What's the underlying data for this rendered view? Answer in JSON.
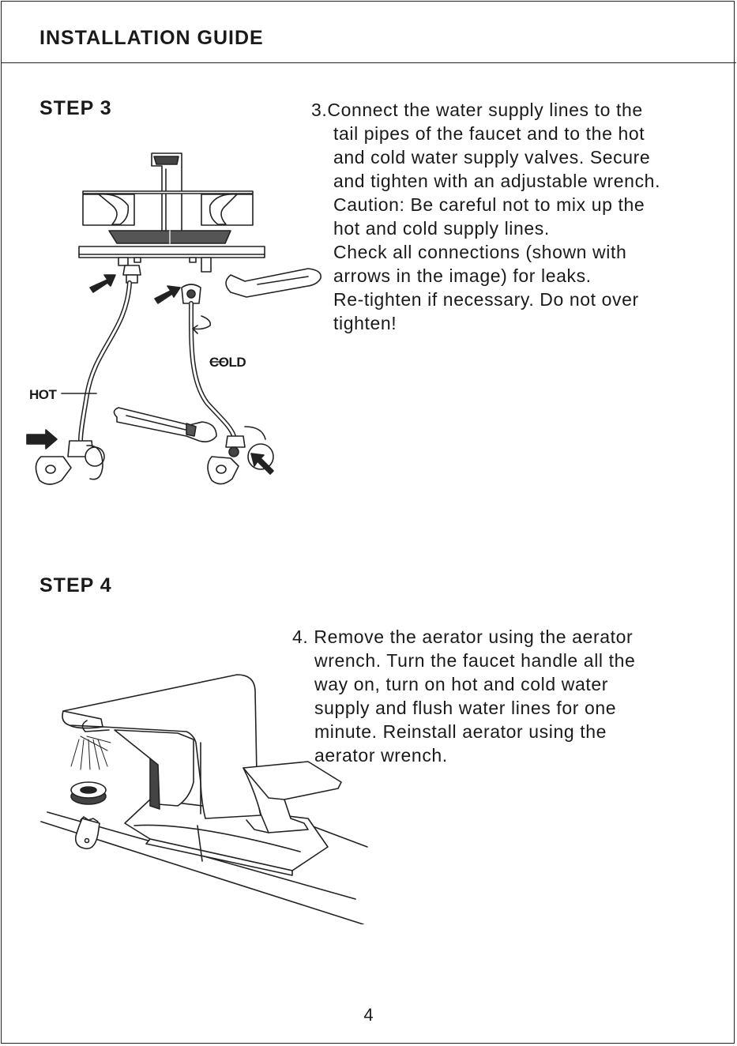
{
  "header": {
    "title": "INSTALLATION GUIDE"
  },
  "step3": {
    "title": "STEP 3",
    "lines": [
      "3.Connect the water supply lines to the",
      "tail pipes of the faucet and to the hot",
      "and cold water supply valves. Secure",
      "and tighten with an adjustable wrench.",
      "Caution: Be careful not to mix up the",
      "hot and cold supply lines.",
      "Check all connections (shown with",
      "arrows in the image) for leaks.",
      "Re-tighten if necessary. Do not over",
      "tighten!"
    ],
    "labels": {
      "hot": "HOT",
      "cold": "COLD"
    }
  },
  "step4": {
    "title": "STEP 4",
    "lines": [
      "4. Remove the aerator using the aerator",
      "wrench. Turn the faucet handle all the",
      "way on, turn on hot and cold water",
      "supply and flush water lines for one",
      "minute. Reinstall aerator using the",
      "aerator wrench."
    ]
  },
  "footer": {
    "page_number": "4"
  }
}
